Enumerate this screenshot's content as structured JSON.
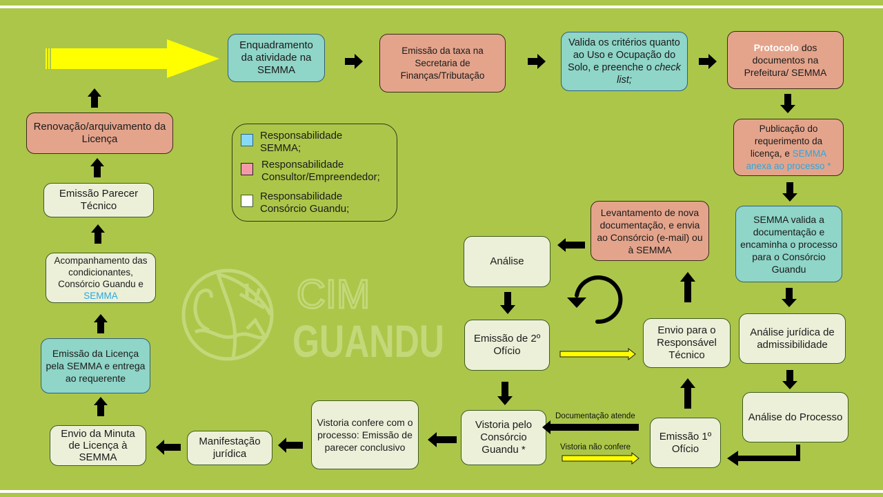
{
  "colors": {
    "background": "#acc64a",
    "semma": "#8fd5c8",
    "consultor": "#e4a48c",
    "consorcio": "#ecf0d9",
    "highlight_arrow": "#ffff00",
    "semma_text": "#2aa7e0"
  },
  "legend": {
    "items": [
      {
        "label_line1": "Responsabilidade",
        "label_line2": "SEMMA;",
        "color": "#87d9f5"
      },
      {
        "label_line1": "Responsabilidade",
        "label_line2": "Consultor/Empreendedor;",
        "color": "#f39aa8"
      },
      {
        "label_line1": "Responsabilidade",
        "label_line2": "Consórcio Guandu;",
        "color": "#ffffff"
      }
    ]
  },
  "watermark": {
    "line1": "CIM",
    "line2": "GUANDU"
  },
  "steps": {
    "enquadramento": "Enquadramento da atividade na SEMMA",
    "emissao_taxa": "Emissão da taxa na Secretaria de Finanças/Tributação",
    "valida_criterios_a": "Valida os critérios quanto ao Uso e Ocupação do Solo, e preenche o ",
    "valida_criterios_b": "check list;",
    "protocolo_bold": "Protocolo",
    "protocolo_rest": " dos documentos na Prefeitura/ SEMMA",
    "publicacao_a": "Publicação do requerimento da licença, e ",
    "publicacao_b": "SEMMA anexa ao processo *",
    "semma_valida": "SEMMA  valida a documentação e encaminha o processo para o Consórcio Guandu",
    "analise_juridica": "Análise jurídica de admissibilidade",
    "analise_processo": "Análise do Processo",
    "emissao_1_oficio": "Emissão 1º Ofício",
    "envio_responsavel": "Envio para o Responsável Técnico",
    "levantamento": "Levantamento de nova documentação, e envia ao Consórcio (e-mail) ou à SEMMA",
    "analise": "Análise",
    "emissao_2_oficio": "Emissão de 2º Ofício",
    "vistoria_consorcio": "Vistoria pelo Consórcio Guandu *",
    "vistoria_confere": "Vistoria confere com o processo: Emissão de parecer conclusivo",
    "manifestacao": "Manifestação jurídica",
    "envio_minuta": "Envio da Minuta de Licença à SEMMA",
    "emissao_licenca": "Emissão da Licença pela SEMMA  e entrega ao requerente",
    "acompanhamento_a": "Acompanhamento das condicionantes, Consórcio Guandu e ",
    "acompanhamento_b": "SEMMA",
    "parecer_tecnico": "Emissão Parecer Técnico",
    "renovacao": "Renovação/arquivamento da Licença"
  },
  "edge_labels": {
    "doc_atende": "Documentação  atende",
    "vistoria_nao_confere": "Vistoria não confere"
  }
}
